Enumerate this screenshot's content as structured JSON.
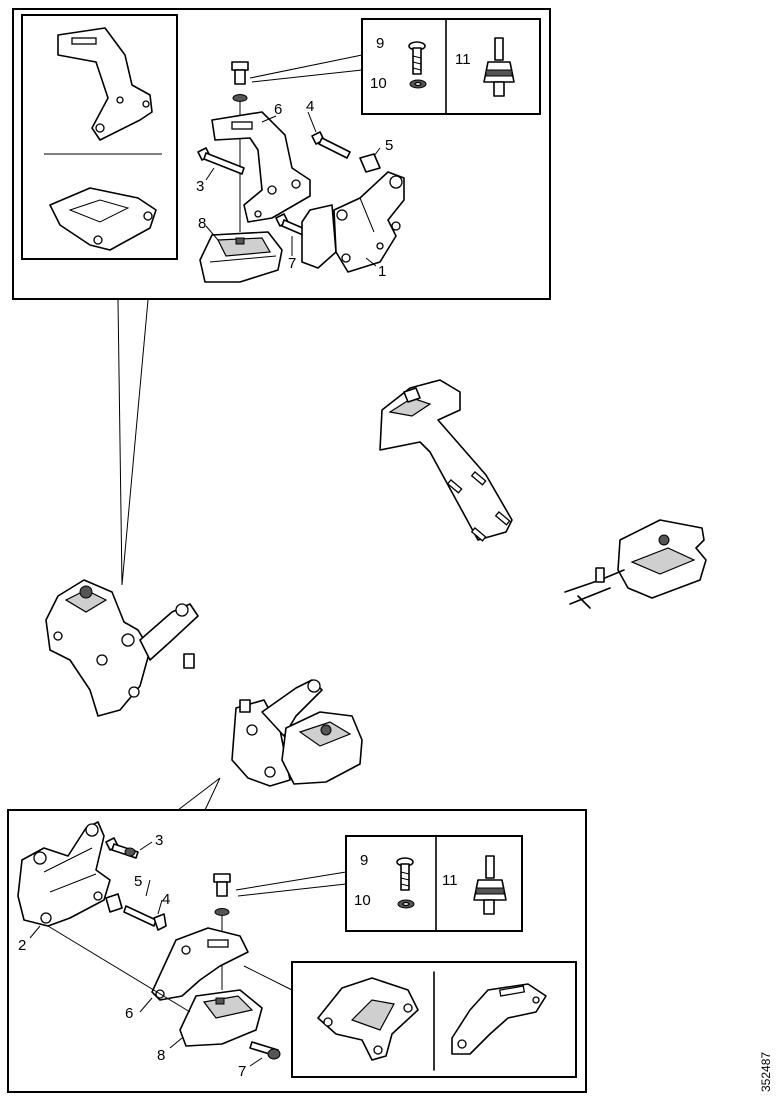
{
  "callouts_top": {
    "c1": "1",
    "c3": "3",
    "c4": "4",
    "c5": "5",
    "c6": "6",
    "c7": "7",
    "c8": "8",
    "c9": "9",
    "c10": "10",
    "c11": "11"
  },
  "callouts_bottom": {
    "c2": "2",
    "c3": "3",
    "c4": "4",
    "c5": "5",
    "c6": "6",
    "c7": "7",
    "c8": "8",
    "c9": "9",
    "c10": "10",
    "c11": "11"
  },
  "figure_id": "352487"
}
